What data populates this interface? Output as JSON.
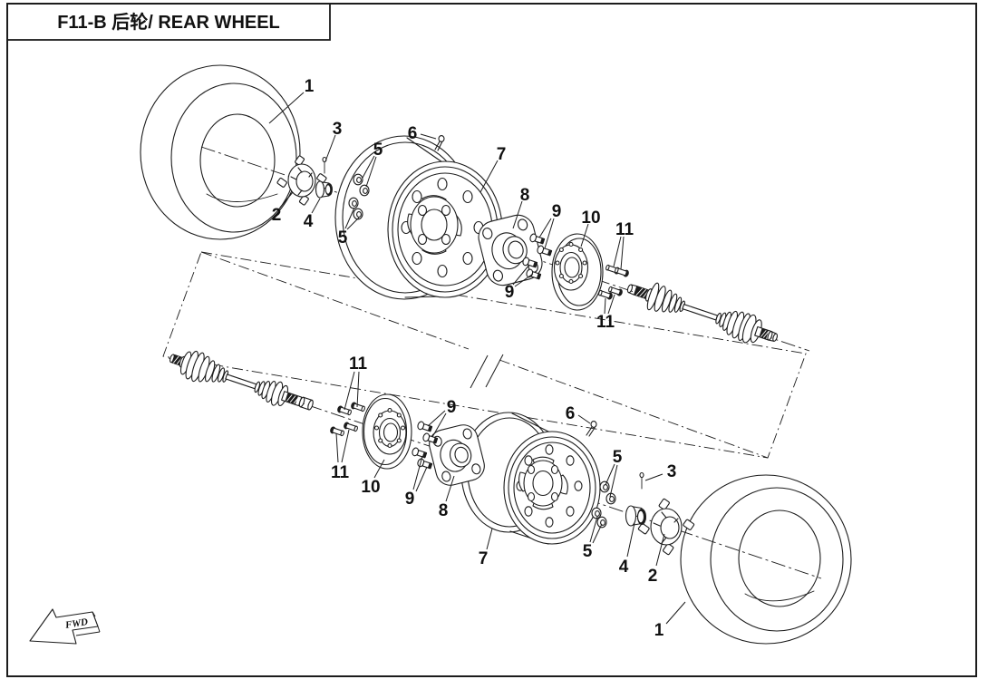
{
  "title": {
    "text": "F11-B 后轮/ REAR WHEEL"
  },
  "direction_marker": {
    "label": "FWD"
  },
  "colors": {
    "line": "#1c1c1c",
    "background": "#ffffff"
  },
  "callouts": {
    "upper": {
      "tire": "1",
      "hub_cap": "2",
      "cotter_pin": "3",
      "castle_nut": "4",
      "lug_nuts_top": "5",
      "lug_nuts_bottom": "5",
      "valve": "6",
      "rim": "7",
      "hub": "8",
      "studs_top": "9",
      "studs_bottom": "9",
      "brake_disc": "10",
      "disc_bolts_right": "11",
      "disc_bolts_bottom": "11"
    },
    "lower": {
      "tire": "1",
      "hub_cap": "2",
      "cotter_pin": "3",
      "castle_nut": "4",
      "lug_nuts_top": "5",
      "lug_nuts_bottom": "5",
      "valve": "6",
      "rim": "7",
      "hub": "8",
      "studs_right": "9",
      "studs_bottom": "9",
      "brake_disc": "10",
      "disc_bolts_top": "11",
      "disc_bolts_left": "11"
    }
  }
}
